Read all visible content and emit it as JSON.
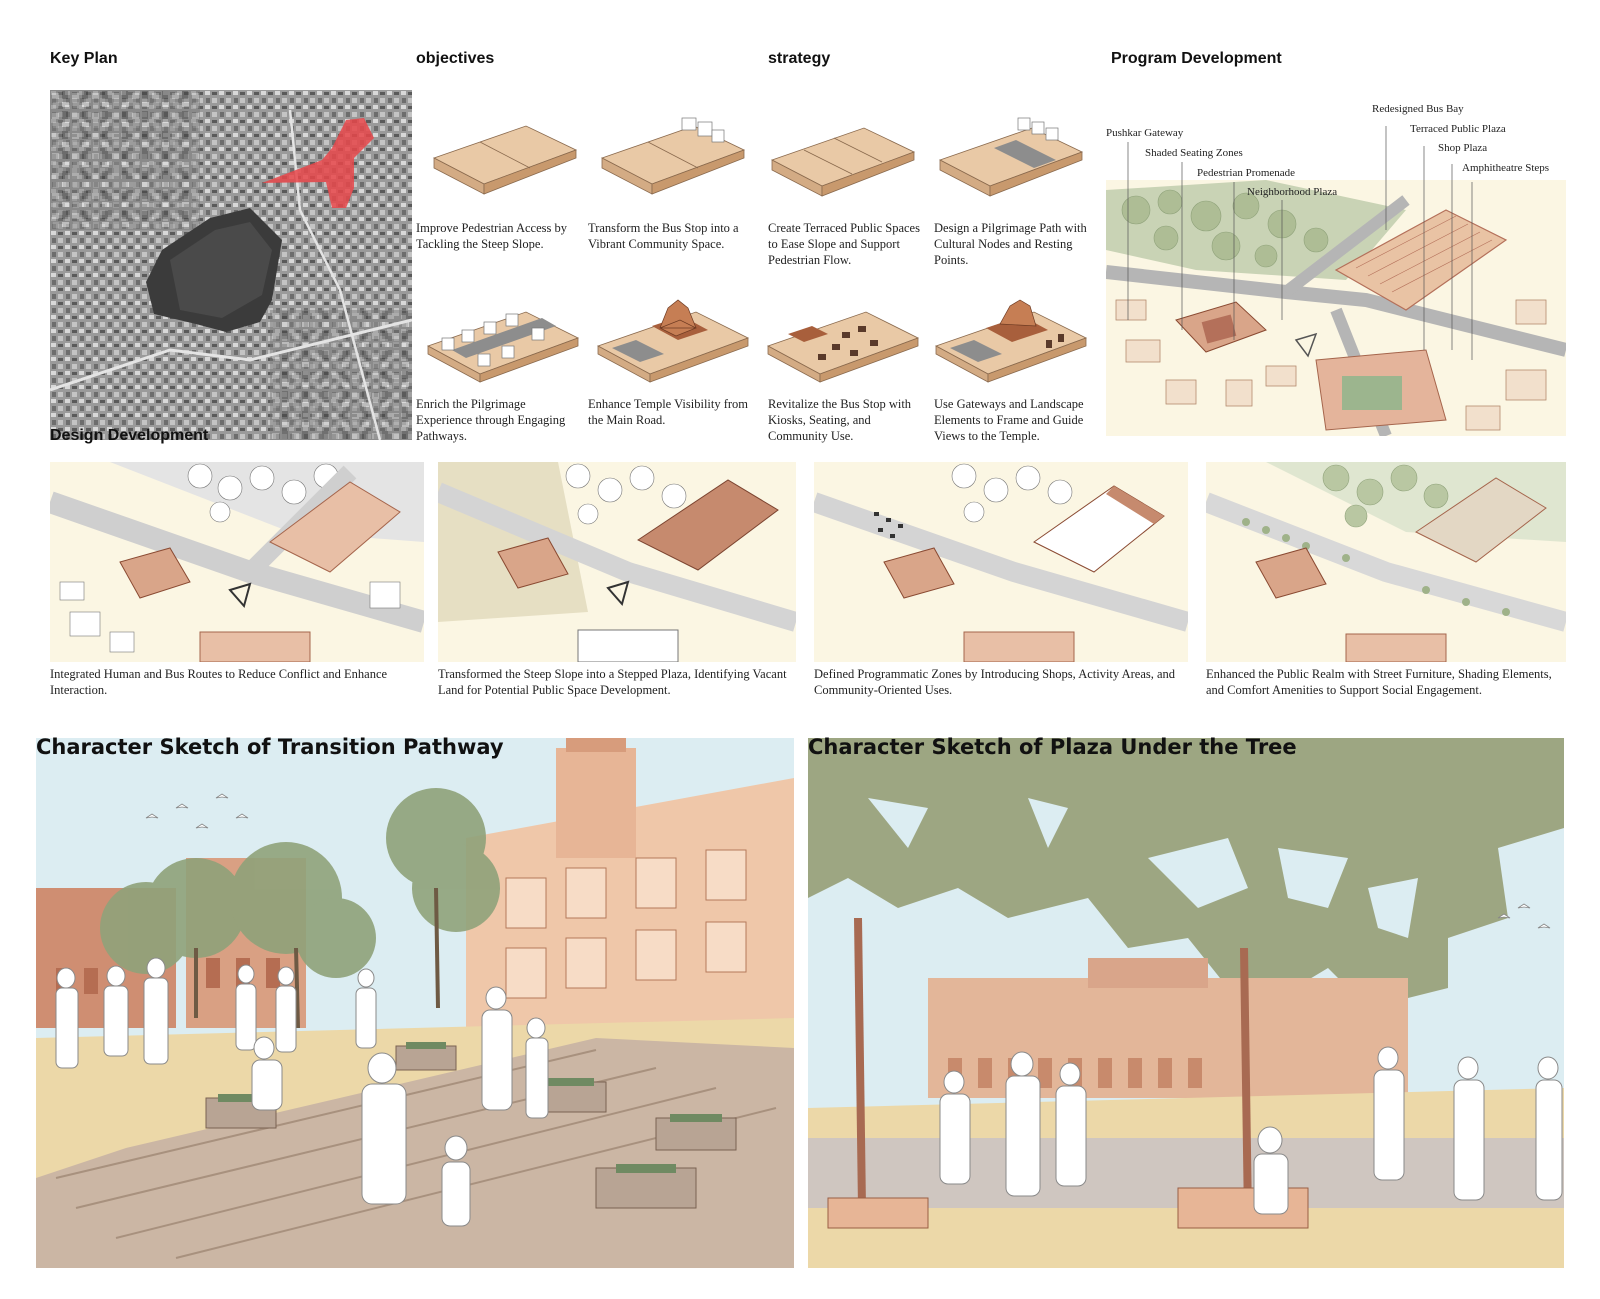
{
  "headings": {
    "key_plan": "Key Plan",
    "objectives": "objectives",
    "strategy": "strategy",
    "program_development": "Program Development",
    "design_development": "Design Development",
    "sketch_transition": "Character Sketch of Transition Pathway",
    "sketch_plaza": "Character Sketch of Plaza Under the Tree"
  },
  "objectives": [
    "Improve Pedestrian Access by Tackling the Steep Slope.",
    "Transform the Bus Stop into a Vibrant Community Space.",
    "Enrich the Pilgrimage Experience through Engaging Pathways.",
    "Enhance Temple Visibility from the Main Road."
  ],
  "strategy": [
    "Create Terraced Public Spaces to Ease Slope and Support Pedestrian Flow.",
    "Design a Pilgrimage Path with Cultural Nodes and Resting Points.",
    "Revitalize the Bus Stop with Kiosks, Seating, and Community Use.",
    "Use Gateways and Landscape Elements to Frame and Guide Views to the Temple."
  ],
  "program_labels": [
    "Pushkar Gateway",
    "Shaded Seating Zones",
    "Pedestrian Promenade",
    "Neighborhood Plaza",
    "Redesigned Bus Bay",
    "Terraced Public Plaza",
    "Shop Plaza",
    "Amphitheatre Steps"
  ],
  "design_development": [
    "Integrated Human and Bus Routes to Reduce Conflict and Enhance Interaction.",
    "Transformed the Steep Slope into a Stepped Plaza, Identifying Vacant Land for Potential Public Space Development.",
    "Defined Programmatic Zones by Introducing Shops, Activity Areas, and Community-Oriented Uses.",
    "Enhanced the Public Realm with Street Furniture, Shading Elements, and Comfort Amenities to Support Social Engagement."
  ],
  "colors": {
    "tan": "#e6c3a0",
    "tan_dark": "#c99a72",
    "brick": "#b4705a",
    "sage": "#8fa27a",
    "sky": "#cfe6ee",
    "cream": "#fbf6e3",
    "highlight_red": "#e8474a"
  }
}
